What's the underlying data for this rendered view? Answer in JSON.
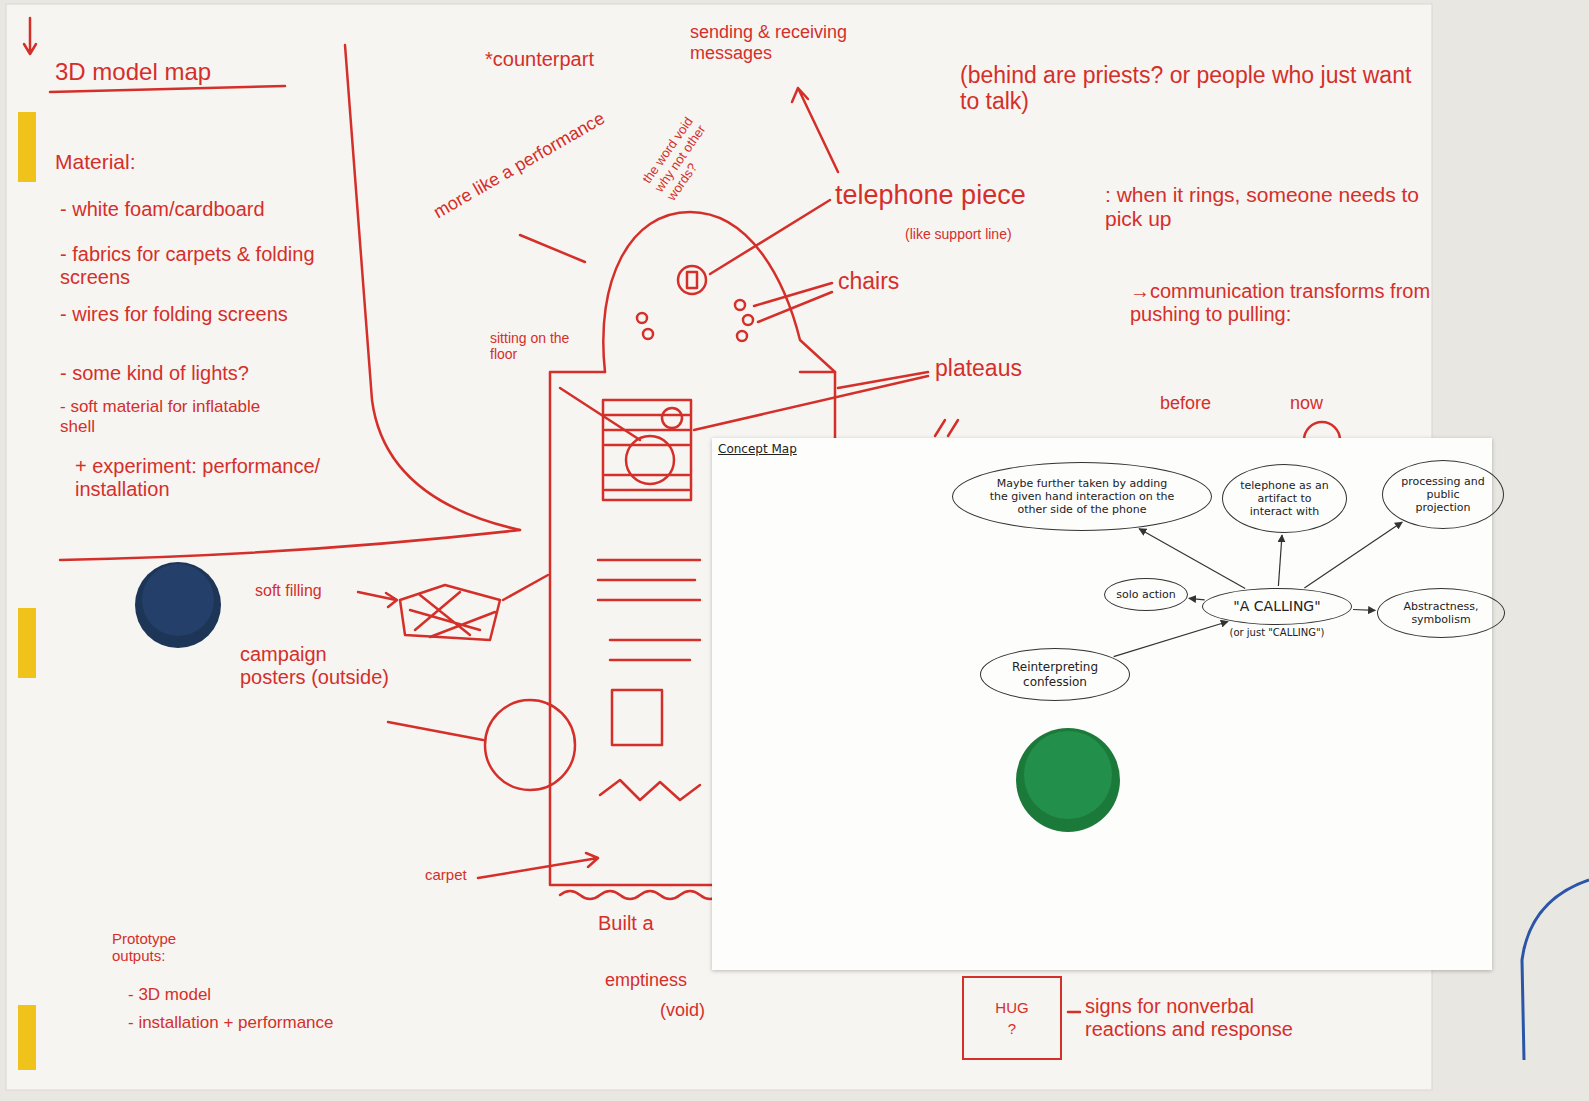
{
  "diagram": {
    "nodes": [
      {
        "text": [
          "Concept Map"
        ]
      },
      {
        "text": [
          "Maybe further taken by adding the given hand interaction on the other side of the phone"
        ],
        "in": 0
      },
      {
        "text": [
          "telephone as an artifact to interact with"
        ],
        "in": 0
      },
      {
        "text": [
          "processing and public projection"
        ],
        "in": 0
      },
      {
        "text": [
          "solo action"
        ],
        "in": 0
      },
      {
        "text": [
          "\"A CALLING\"",
          "(or just \"CALLING\")"
        ],
        "in": 0
      },
      {
        "text": [
          "Abstractness, symbolism"
        ],
        "in": 0
      },
      {
        "text": [
          "Reinterpreting confession"
        ],
        "in": 0
      },
      {
        "text": [
          "HUG",
          "?"
        ]
      }
    ],
    "edges": [
      {
        "from": 7,
        "to": 5,
        "arrow": "to"
      },
      {
        "from": 5,
        "to": 4,
        "arrow": "to"
      },
      {
        "from": 5,
        "to": 1,
        "arrow": "to"
      },
      {
        "from": 5,
        "to": 2,
        "arrow": "to"
      },
      {
        "from": 5,
        "to": 3,
        "arrow": "to"
      },
      {
        "from": 5,
        "to": 6,
        "arrow": "to"
      }
    ],
    "labels": [
      "3D model map",
      "Material:",
      "- white foam/cardboard",
      "- fabrics for carpets & folding screens",
      "- wires for folding screens",
      "- some kind of lights?",
      "- soft material for inflatable shell",
      "+ experiment: performance/ installation",
      "*counterpart",
      "sending & receiving messages",
      "(behind are priests? or people who just want to talk)",
      "more like a performance",
      "the word void why not other words?",
      "telephone piece",
      "(like support line)",
      ": when it rings, someone needs to pick up",
      "chairs",
      "sitting on the floor",
      "plateaus",
      "→communication transforms from pushing to pulling:",
      "before",
      "now",
      "soft filling",
      "campaign posters (outside)",
      "carpet",
      "Built a",
      "emptiness",
      "(void)",
      "Prototype outputs:",
      "- 3D model",
      "- installation + performance",
      "signs for nonverbal reactions and response"
    ]
  }
}
